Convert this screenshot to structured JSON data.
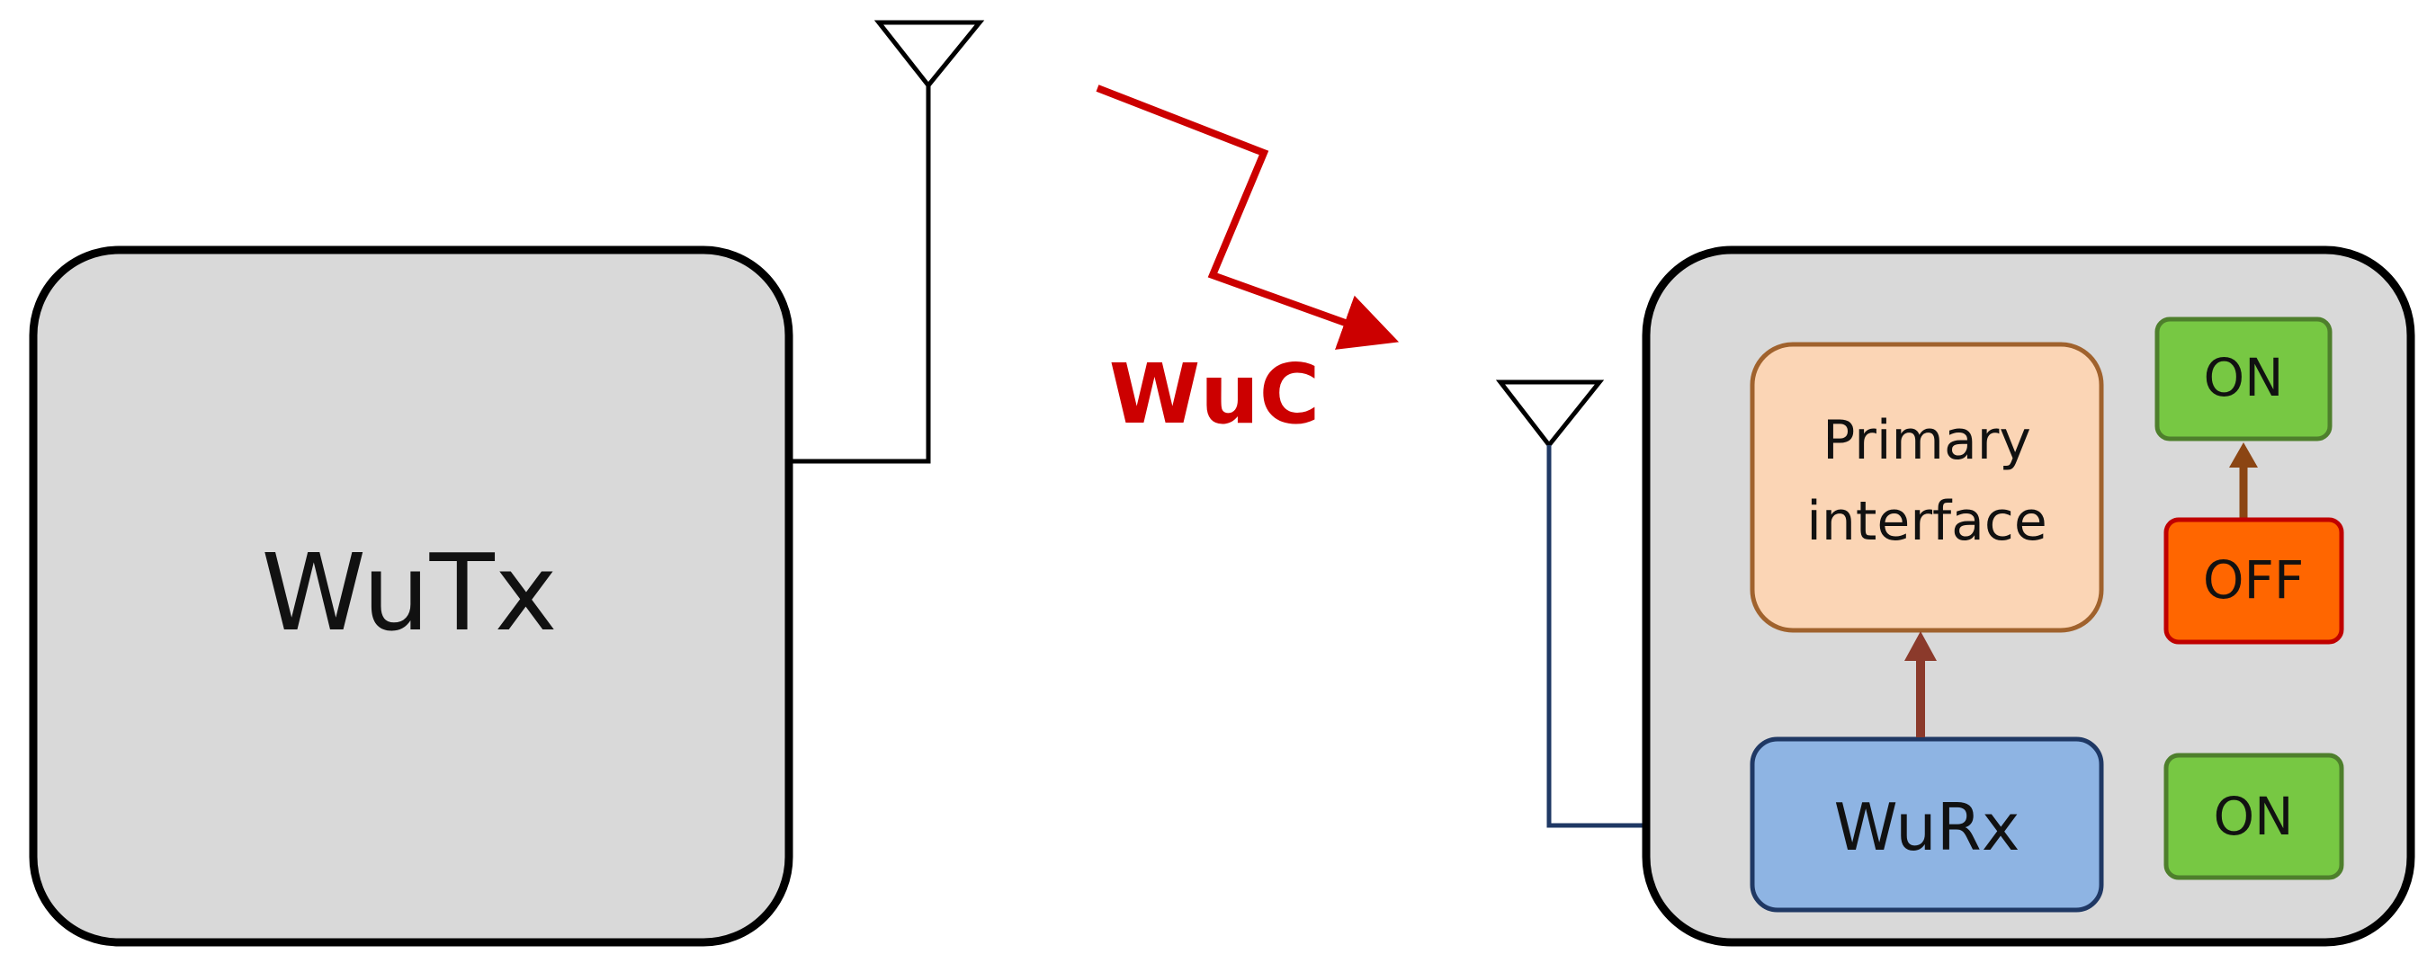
{
  "colors": {
    "device_fill": "#d9d9d9",
    "device_stroke": "#000000",
    "primary_fill": "#fbd5b5",
    "primary_stroke": "#a0622d",
    "wurx_fill": "#8eb4e3",
    "wurx_stroke": "#1f3864",
    "on_fill": "#77c843",
    "on_stroke": "#4e7f2c",
    "off_fill": "#ff6600",
    "off_stroke": "#c00000",
    "signal": "#cc0000",
    "arrow_brown": "#8b3a2b",
    "arrow_orange_brown": "#8b4513",
    "antenna_wire_rx": "#1f3864"
  },
  "diagram": {
    "transmitter": {
      "label": "WuTx"
    },
    "signal": {
      "label": "WuC"
    },
    "receiver": {
      "primary_label_line1": "Primary",
      "primary_label_line2": "interface",
      "wurx_label": "WuRx",
      "state_top_on": "ON",
      "state_off": "OFF",
      "state_bottom_on": "ON"
    }
  }
}
